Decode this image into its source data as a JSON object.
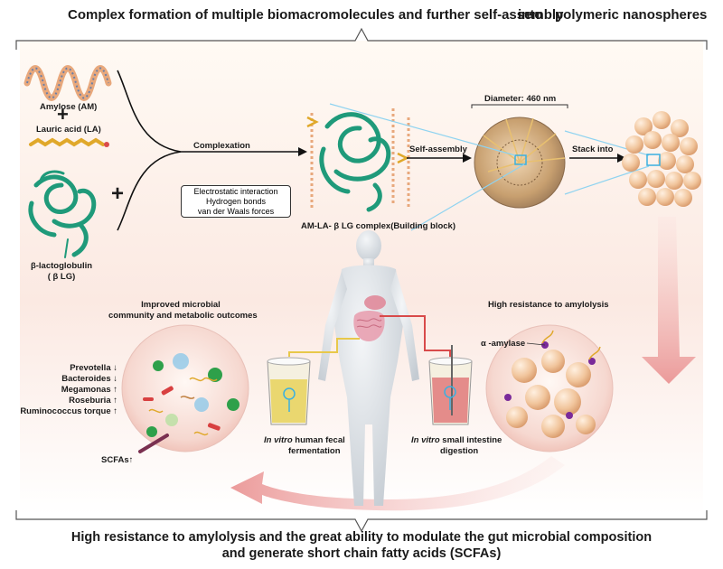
{
  "header": {
    "title_a": "Complex formation of multiple biomacromolecules and further self-assembly",
    "title_b": "into",
    "title_c": "polymeric nanospheres"
  },
  "components": {
    "amylose": "Amylose (AM)",
    "plus": "+",
    "lauric_acid": "Lauric acid (LA)",
    "blg_line1": "β-lactoglobulin",
    "blg_line2": "( β LG)"
  },
  "process": {
    "complexation": "Complexation",
    "forces": [
      "Electrostatic interaction",
      "Hydrogen bonds",
      "van der Waals forces"
    ],
    "complex_label": "AM-LA- β LG complex(Building block)",
    "self_assembly": "Self-assembly",
    "diameter": "Diameter: 460 nm",
    "stack_into": "Stack into"
  },
  "left_panel": {
    "heading_line1": "Improved microbial",
    "heading_line2": "community and metabolic outcomes",
    "microbes": [
      "Prevotella ↓",
      "Bacteroides ↓",
      "Megamonas ↑",
      "Roseburia ↑",
      "Ruminococcus torque ↑"
    ],
    "scfa": "SCFAs↑"
  },
  "right_panel": {
    "heading": "High resistance to amylolysis",
    "enzyme": "α -amylase"
  },
  "assays": {
    "fecal_prefix": "In vitro",
    "fecal_rest": " human fecal",
    "fecal_line2": "fermentation",
    "intestine_prefix": "In vitro",
    "intestine_rest": " small intestine",
    "intestine_line2": "digestion"
  },
  "footer": {
    "line1": "High resistance to amylolysis and the great ability to modulate the gut microbial composition",
    "line2": "and generate short chain fatty acids (SCFAs)"
  },
  "colors": {
    "protein_green": "#1f9a7a",
    "nanosphere_tan": "#f2c9a4",
    "arrow_pink": "#e88a8a",
    "fecal_yellow": "#e8d25a",
    "intestine_red": "#e07a7a"
  }
}
